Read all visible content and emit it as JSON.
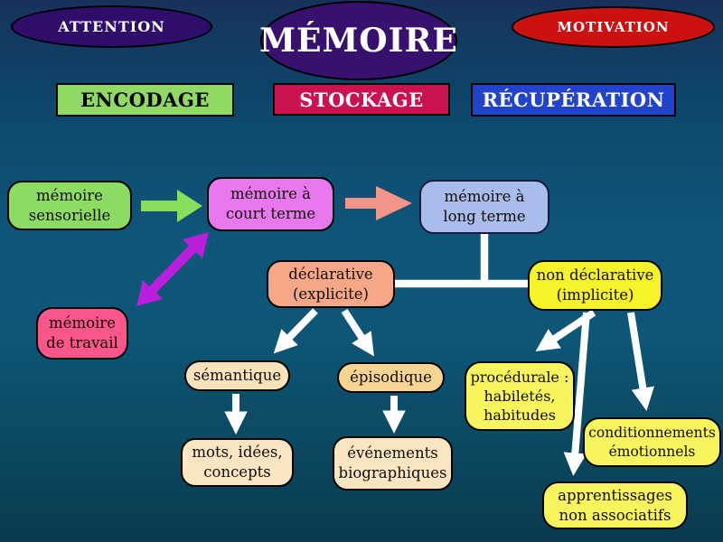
{
  "slide": {
    "ovals": {
      "attention": "ATTENTION",
      "memoire": "MÉMOIRE",
      "motivation": "MOTIVATION"
    },
    "process_bar": {
      "encodage": "ENCODAGE",
      "stockage": "STOCKAGE",
      "recuperation": "RÉCUPÉRATION"
    },
    "nodes": {
      "sensorielle": "mémoire\nsensorielle",
      "court_terme": "mémoire à\ncourt terme",
      "long_terme": "mémoire à\nlong terme",
      "travail": "mémoire\nde travail",
      "declarative": "déclarative\n(explicite)",
      "non_declarative": "non déclarative\n(implicite)",
      "semantique": "sémantique",
      "episodique": "épisodique",
      "mots": "mots, idées,\nconcepts",
      "evenements": "événements\nbiographiques",
      "procedurale": "procédurale :\nhabiletés,\nhabitudes",
      "conditionnements": "conditionnements\némotionnels",
      "apprentissages": "apprentissages\nnon associatifs"
    },
    "colors": {
      "background_top": "#17325a",
      "background_middle": "#0e577a",
      "background_bottom": "#093a4e",
      "oval_purple": "#32106e",
      "oval_red": "#cc1111",
      "encodage_green": "#8fd964",
      "stockage_crimson": "#cc1150",
      "recuperation_blue": "#2144cb",
      "node_green": "#8cdb62",
      "node_orchid": "#e878ee",
      "node_periwinkle": "#a9bcec",
      "node_rose": "#fa568c",
      "node_salmon": "#f5a788",
      "node_yellow_bright": "#f6f32b",
      "node_peach_light": "#fae2ba",
      "node_peach": "#f8d492",
      "node_cream": "#fae5c2",
      "node_yellow_pale": "#f7f45e",
      "arrow_green": "#8ade5e",
      "arrow_salmon": "#f59489",
      "arrow_magenta": "#bb1fdd",
      "arrow_white": "#ffffff"
    }
  }
}
